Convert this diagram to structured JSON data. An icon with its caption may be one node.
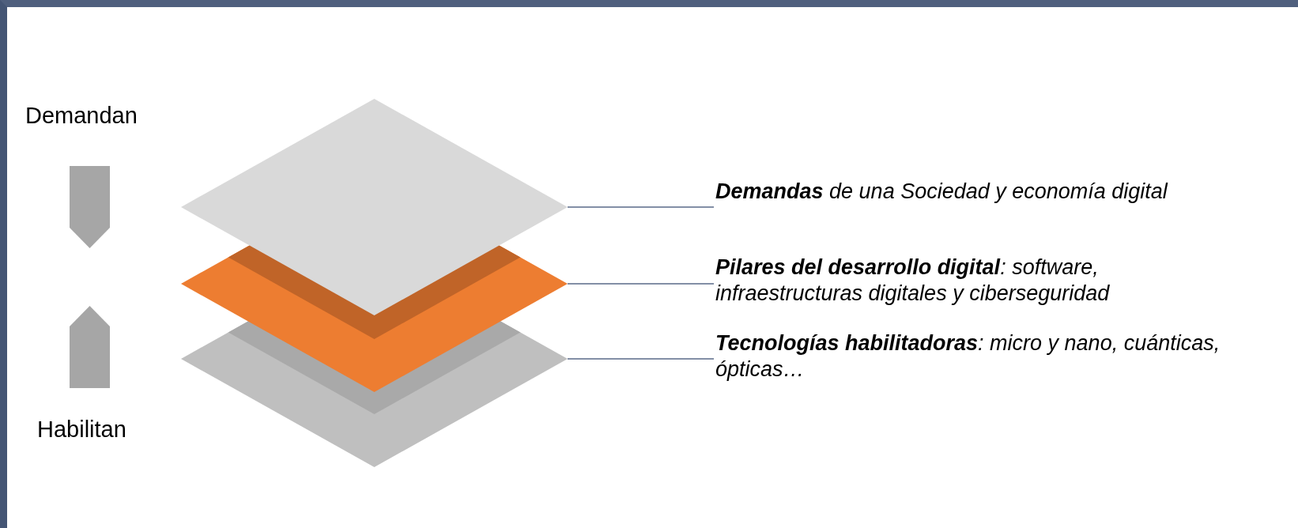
{
  "diagram": {
    "nodes": [
      {
        "text": [
          "**Demandas** de una Sociedad y economía digital"
        ]
      },
      {
        "text": [],
        "shape": "diamond"
      },
      {
        "text": [
          "**Pilares del desarrollo digital**: software, infraestructuras digitales y ciberseguridad"
        ]
      },
      {
        "text": [],
        "shape": "diamond"
      },
      {
        "text": [
          "**Tecnologías habilitadoras**: micro y nano, cuánticas, ópticas…"
        ]
      },
      {
        "text": [],
        "shape": "diamond"
      }
    ],
    "edges": [
      {
        "from": 0,
        "to": 1,
        "arrow": "none"
      },
      {
        "from": 2,
        "to": 3,
        "arrow": "none"
      },
      {
        "from": 4,
        "to": 5,
        "arrow": "none"
      }
    ],
    "labels": [
      "Demandan",
      "Habilitan"
    ]
  }
}
